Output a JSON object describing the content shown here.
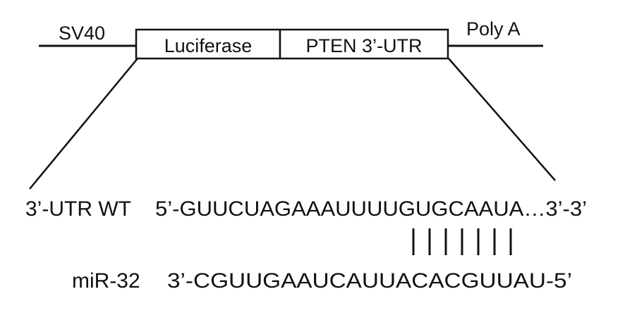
{
  "construct": {
    "promoter_label": "SV40",
    "boxes": [
      "Luciferase",
      "PTEN 3’-UTR"
    ],
    "polya_label": "Poly A"
  },
  "alignment": {
    "wt_label": "3’-UTR WT",
    "wt_sequence": "5’-GUUCUAGAAAUUUUGUGCAAUA…3’-3’",
    "pairing_count": 7,
    "mir_label": "miR-32",
    "mir_sequence": "3’-CGUUGAAUCAUUACACGUUAU-5’"
  },
  "colors": {
    "line": "#111111",
    "box_fill": "#ffffff"
  }
}
